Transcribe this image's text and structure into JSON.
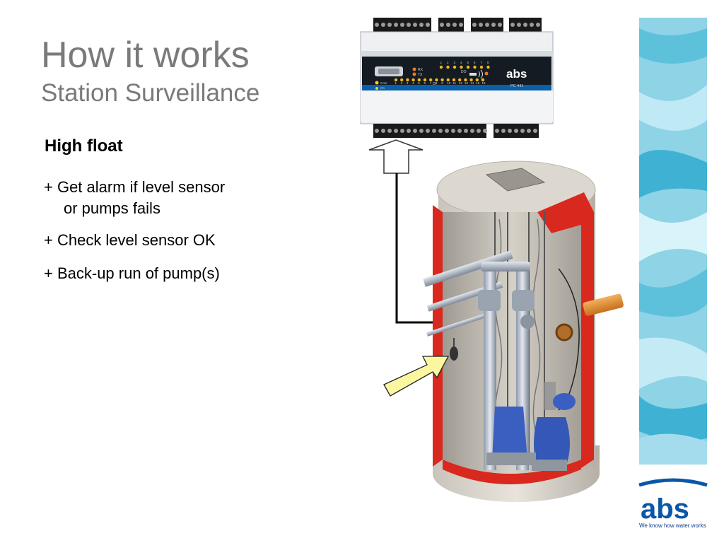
{
  "slide": {
    "title": "How it works",
    "subtitle": "Station Surveillance",
    "heading": "High float",
    "bullets": [
      {
        "line1": "+ Get alarm if level sensor",
        "line2": "or pumps fails"
      },
      {
        "line1": "+ Check level sensor OK"
      },
      {
        "line1": "+ Back-up run of pump(s)"
      }
    ]
  },
  "controller": {
    "brand": "abs",
    "model": "PC 441",
    "do_label": "DO",
    "di_label": "DI",
    "led_labels": [
      "RX",
      "TX"
    ],
    "status_labels": [
      "Com",
      "On"
    ],
    "do_numbers": [
      "1",
      "2",
      "3",
      "4",
      "5",
      "6",
      "7",
      "8"
    ],
    "di_numbers": [
      "1",
      "2",
      "3",
      "4",
      "5",
      "6",
      "7",
      "8",
      "9",
      "10",
      "11",
      "12",
      "13",
      "14",
      "15",
      "16"
    ]
  },
  "logo": {
    "text": "abs",
    "tagline": "We know how water works"
  },
  "colors": {
    "title_gray": "#7a7a7a",
    "brand_blue": "#0a57a8",
    "wall_red": "#d9281e",
    "pump_blue": "#3b5fc0",
    "arrow_yellow": "#fbf7a1"
  }
}
